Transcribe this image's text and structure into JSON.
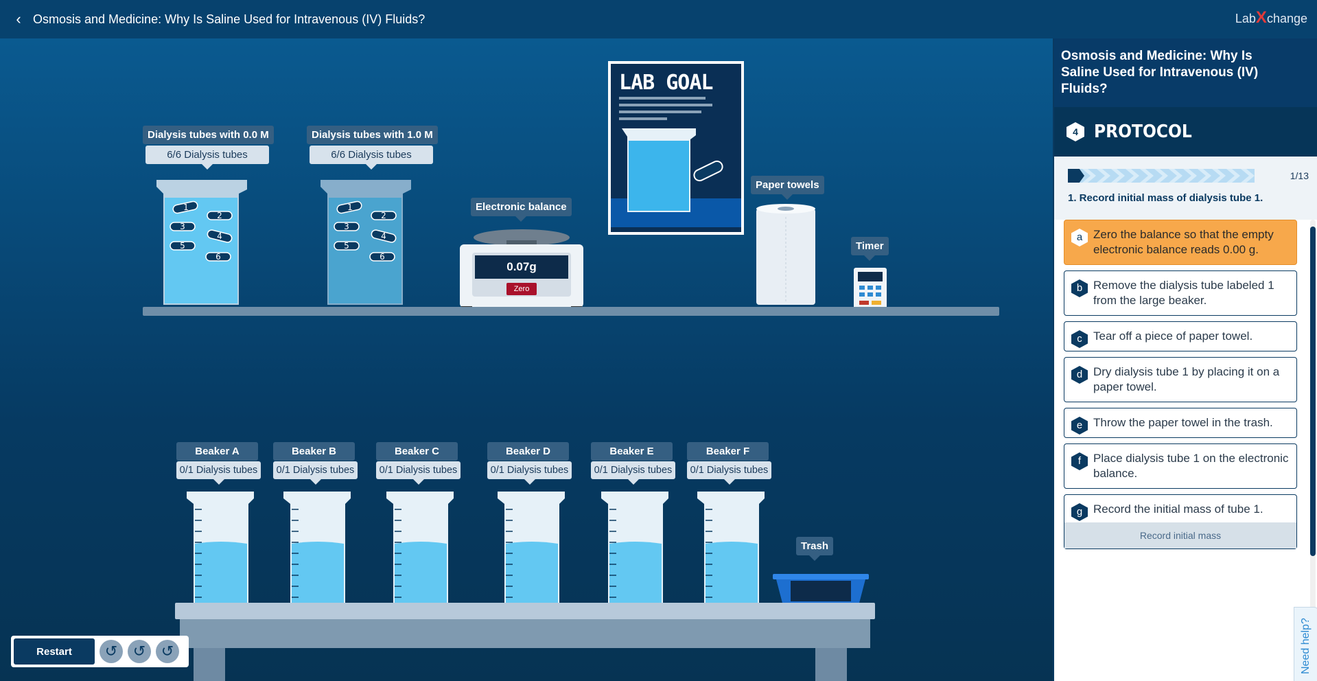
{
  "window": {
    "title": "Osmosis and Medicine: Why Is Saline Used for Intravenous (IV) Fluids?",
    "logo": {
      "left": "Lab",
      "mid": "X",
      "right": "change"
    }
  },
  "scene": {
    "stock_beakers": [
      {
        "label": "Dialysis tubes with 0.0 M",
        "count": "6/6 Dialysis tubes",
        "tubes": [
          "1",
          "2",
          "3",
          "4",
          "5",
          "6"
        ]
      },
      {
        "label": "Dialysis tubes with 1.0 M",
        "count": "6/6 Dialysis tubes",
        "tubes": [
          "1",
          "2",
          "3",
          "4",
          "5",
          "6"
        ]
      }
    ],
    "balance": {
      "label": "Electronic balance",
      "reading": "0.07g",
      "zero_label": "Zero"
    },
    "lab_goal": {
      "title": "LAB GOAL"
    },
    "paper_towels": {
      "label": "Paper towels"
    },
    "timer": {
      "label": "Timer"
    },
    "trash": {
      "label": "Trash"
    },
    "beakers": [
      {
        "label": "Beaker A",
        "count": "0/1 Dialysis tubes"
      },
      {
        "label": "Beaker B",
        "count": "0/1 Dialysis tubes"
      },
      {
        "label": "Beaker C",
        "count": "0/1 Dialysis tubes"
      },
      {
        "label": "Beaker D",
        "count": "0/1 Dialysis tubes"
      },
      {
        "label": "Beaker E",
        "count": "0/1 Dialysis tubes"
      },
      {
        "label": "Beaker F",
        "count": "0/1 Dialysis tubes"
      }
    ],
    "controls": {
      "restart": "Restart"
    }
  },
  "panel": {
    "title": "Osmosis and Medicine: Why Is Saline Used for Intravenous (IV) Fluids?",
    "section_number": "4",
    "section_title": "PROTOCOL",
    "progress": {
      "count": "1/13",
      "fraction": 0.077
    },
    "current_step": "1. Record initial mass of dialysis tube 1.",
    "steps": [
      {
        "letter": "a",
        "text": "Zero the balance so that the empty electronic balance reads 0.00 g."
      },
      {
        "letter": "b",
        "text": "Remove the dialysis tube labeled 1 from the large beaker."
      },
      {
        "letter": "c",
        "text": "Tear off a piece of paper towel."
      },
      {
        "letter": "d",
        "text": "Dry dialysis tube 1 by placing it on a paper towel."
      },
      {
        "letter": "e",
        "text": "Throw the paper towel in the trash."
      },
      {
        "letter": "f",
        "text": "Place dialysis tube 1 on the electronic balance."
      },
      {
        "letter": "g",
        "text": "Record the initial mass of tube 1."
      }
    ],
    "record_button": "Record initial mass",
    "need_help": "Need help?"
  },
  "colors": {
    "accent": "#f7a84b",
    "navy": "#0a3a61",
    "water": "#63c8f2"
  }
}
